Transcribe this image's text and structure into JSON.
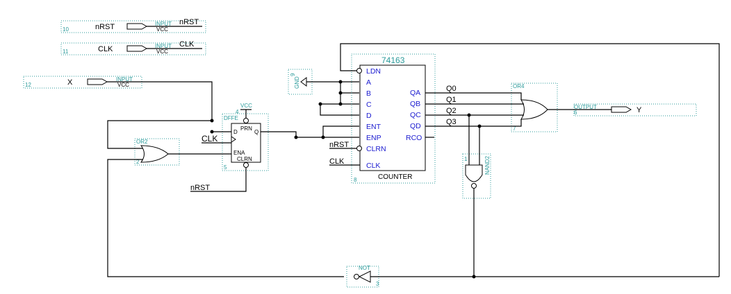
{
  "inputs": {
    "nrst": {
      "num": "10",
      "name": "nRST",
      "kind": "INPUT",
      "vcc": "VCC",
      "net": "nRST"
    },
    "clk": {
      "num": "11",
      "name": "CLK",
      "kind": "INPUT",
      "vcc": "VCC",
      "net": "CLK"
    },
    "x": {
      "num": "12",
      "name": "X",
      "kind": "INPUT",
      "vcc": "VCC"
    }
  },
  "gnd": {
    "num": "9",
    "label": "GND"
  },
  "counter": {
    "title": "74163",
    "caption": "COUNTER",
    "num": "8",
    "pins_left": [
      "LDN",
      "A",
      "B",
      "C",
      "D",
      "ENT",
      "ENP",
      "CLRN",
      "CLK"
    ],
    "pins_right": [
      "QA",
      "QB",
      "QC",
      "QD",
      "RCO"
    ],
    "net_enp": "nRST",
    "net_clk": "CLK"
  },
  "dffe": {
    "type": "DFFE",
    "num": "5",
    "vcc": "VCC",
    "vcc_num": "4",
    "pins": {
      "prn": "PRN",
      "d": "D",
      "q": "Q",
      "ena": "ENA",
      "clrn": "CLRN"
    },
    "net_clk": "CLK",
    "net_clrn": "nRST"
  },
  "or2": {
    "type": "OR2",
    "num": "2"
  },
  "or4": {
    "type": "OR4",
    "num": "7"
  },
  "nand2": {
    "type": "NAND2",
    "num": "1"
  },
  "not": {
    "type": "NOT",
    "num": "3"
  },
  "output": {
    "kind": "OUTPUT",
    "name": "Y",
    "num": "6"
  },
  "nets": {
    "q0": "Q0",
    "q1": "Q1",
    "q2": "Q2",
    "q3": "Q3"
  }
}
